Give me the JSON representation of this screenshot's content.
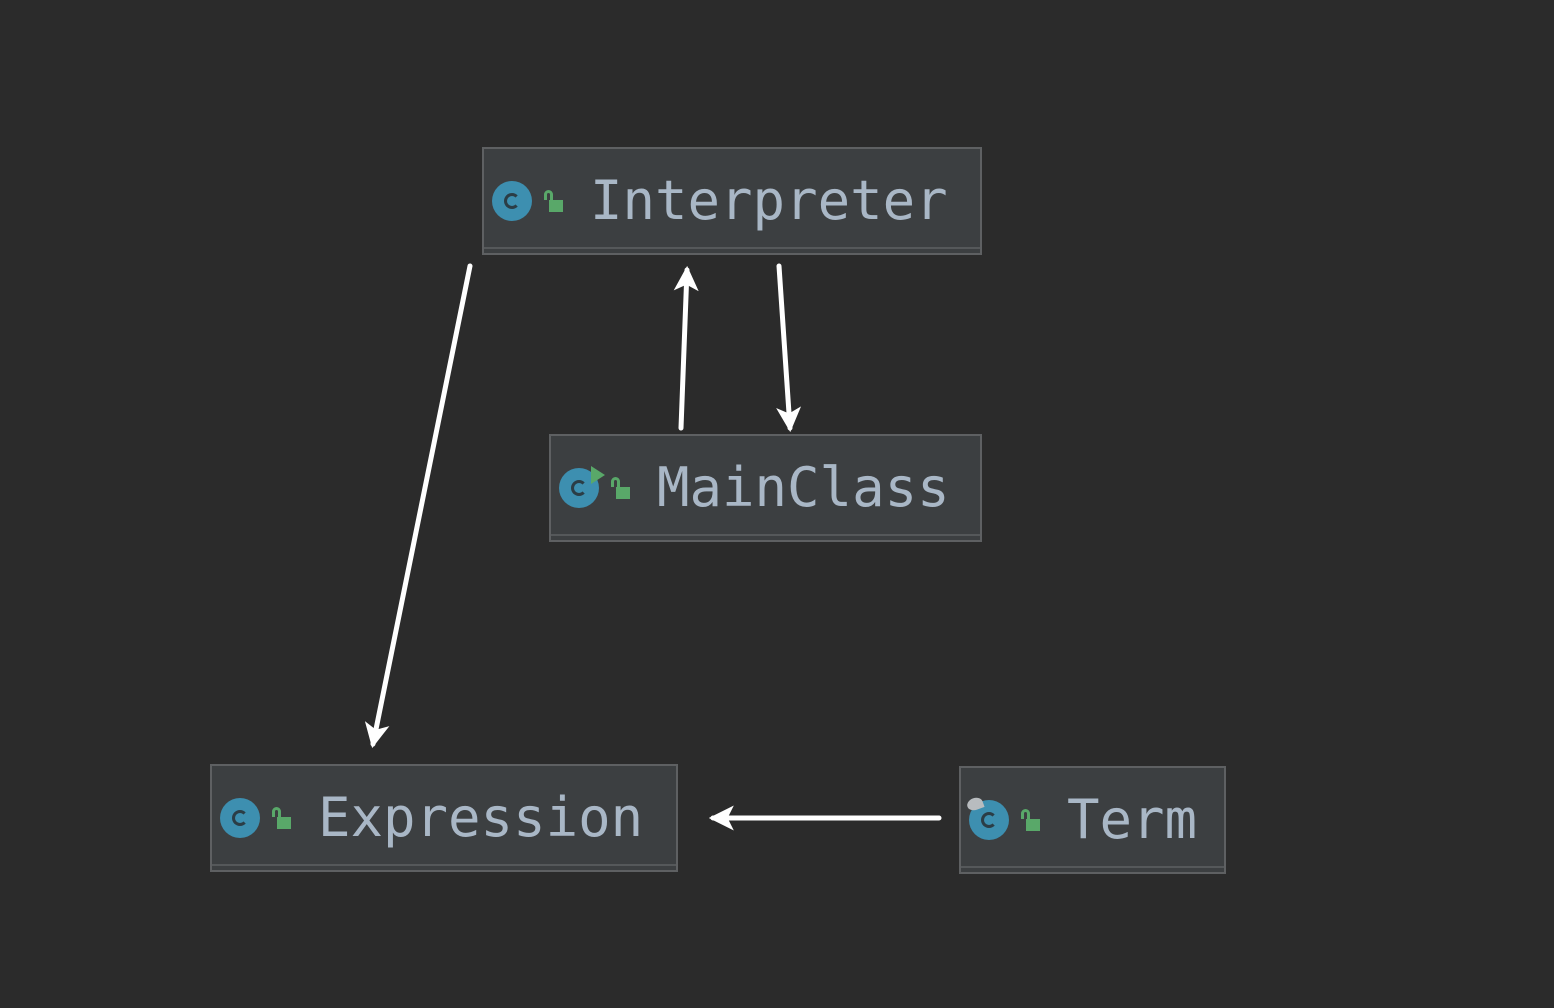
{
  "diagram": {
    "nodes": [
      {
        "id": "interpreter",
        "label": "Interpreter",
        "kind": "class",
        "visibility": "public"
      },
      {
        "id": "mainclass",
        "label": "MainClass",
        "kind": "runnable-class",
        "visibility": "public"
      },
      {
        "id": "expression",
        "label": "Expression",
        "kind": "class",
        "visibility": "public"
      },
      {
        "id": "term",
        "label": "Term",
        "kind": "test-class",
        "visibility": "public"
      }
    ],
    "edges": [
      {
        "from": "interpreter",
        "to": "expression",
        "style": "arrow"
      },
      {
        "from": "mainclass",
        "to": "interpreter",
        "style": "arrow"
      },
      {
        "from": "interpreter",
        "to": "mainclass",
        "style": "arrow"
      },
      {
        "from": "term",
        "to": "expression",
        "style": "arrow"
      }
    ],
    "colors": {
      "background": "#2b2b2b",
      "node_fill": "#3c3f41",
      "node_border": "#5e6062",
      "label_text": "#a9b7c6",
      "class_icon": "#3d8fb0",
      "lock_icon": "#59a869",
      "edge": "#ffffff"
    },
    "icons": {
      "class": "class-icon",
      "visibility": "lock-open-icon",
      "runnable": "run-marker-icon",
      "test": "test-marker-icon"
    }
  }
}
